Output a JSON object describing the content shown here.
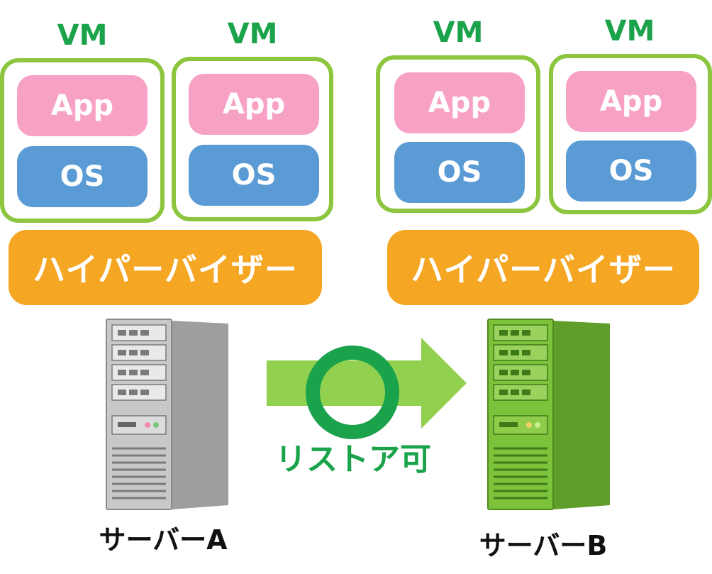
{
  "left_stack": {
    "vms": [
      {
        "title": "VM",
        "app": "App",
        "os": "OS"
      },
      {
        "title": "VM",
        "app": "App",
        "os": "OS"
      }
    ],
    "hypervisor": "ハイパーバイザー",
    "server_label": "サーバーA",
    "server_color": "#b8b8b8"
  },
  "right_stack": {
    "vms": [
      {
        "title": "VM",
        "app": "App",
        "os": "OS"
      },
      {
        "title": "VM",
        "app": "App",
        "os": "OS"
      }
    ],
    "hypervisor": "ハイパーバイザー",
    "server_label": "サーバーB",
    "server_color": "#7cc23a"
  },
  "transfer": {
    "label": "リストア可",
    "symbol": "circle-ok-icon",
    "arrow_color": "#92d050",
    "circle_color": "#1aa34a"
  },
  "colors": {
    "vm_border": "#8cc63f",
    "vm_label": "#1aa34a",
    "app": "#f7a1c4",
    "os": "#5b9bd5",
    "hypervisor": "#f5a623"
  }
}
